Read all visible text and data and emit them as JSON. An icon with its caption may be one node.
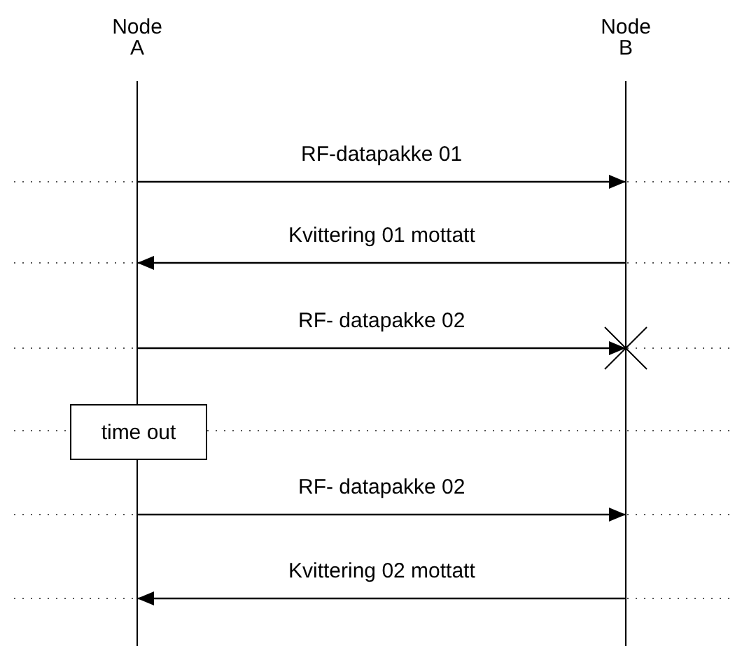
{
  "diagram": {
    "nodes": [
      {
        "text": [
          "Node A"
        ]
      },
      {
        "text": [
          "Node B"
        ]
      },
      {
        "text": [
          "time out"
        ]
      }
    ],
    "edges": [
      {
        "from": 0,
        "to": 1,
        "arrow": "to",
        "label": "RF-datapakke 01"
      },
      {
        "from": 1,
        "to": 0,
        "arrow": "to",
        "label": "Kvittering 01 mottatt"
      },
      {
        "from": 0,
        "to": 1,
        "arrow": "to",
        "label": "RF- datapakke 02"
      },
      {
        "from": 0,
        "to": 1,
        "arrow": "to",
        "label": "RF- datapakke 02"
      },
      {
        "from": 1,
        "to": 0,
        "arrow": "to",
        "label": "Kvittering 02 mottatt"
      }
    ]
  }
}
